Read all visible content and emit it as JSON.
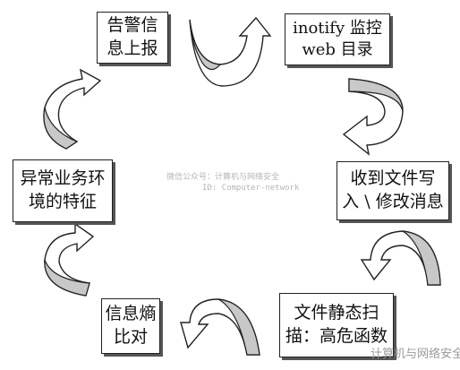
{
  "diagram": {
    "type": "cycle",
    "steps": [
      {
        "id": "alert",
        "lines": [
          "告警信",
          "息上报"
        ]
      },
      {
        "id": "monitor",
        "lines": [
          "inotify 监控",
          "web 目录"
        ]
      },
      {
        "id": "receive",
        "lines": [
          "收到文件写",
          "入 \\ 修改消息"
        ]
      },
      {
        "id": "scan",
        "lines": [
          "文件静态扫",
          "描：高危函数"
        ]
      },
      {
        "id": "entropy",
        "lines": [
          "信息熵",
          "比对"
        ]
      },
      {
        "id": "anomaly",
        "lines": [
          "异常业务环",
          "境的特征"
        ]
      }
    ],
    "arrow_fill": "#c8c8c8",
    "arrow_stroke": "#222222",
    "watermark": {
      "line1": "微信公众号：计算机与网络安全",
      "line2": "ID: Computer-network",
      "corner": "计算机与网络安全"
    }
  }
}
